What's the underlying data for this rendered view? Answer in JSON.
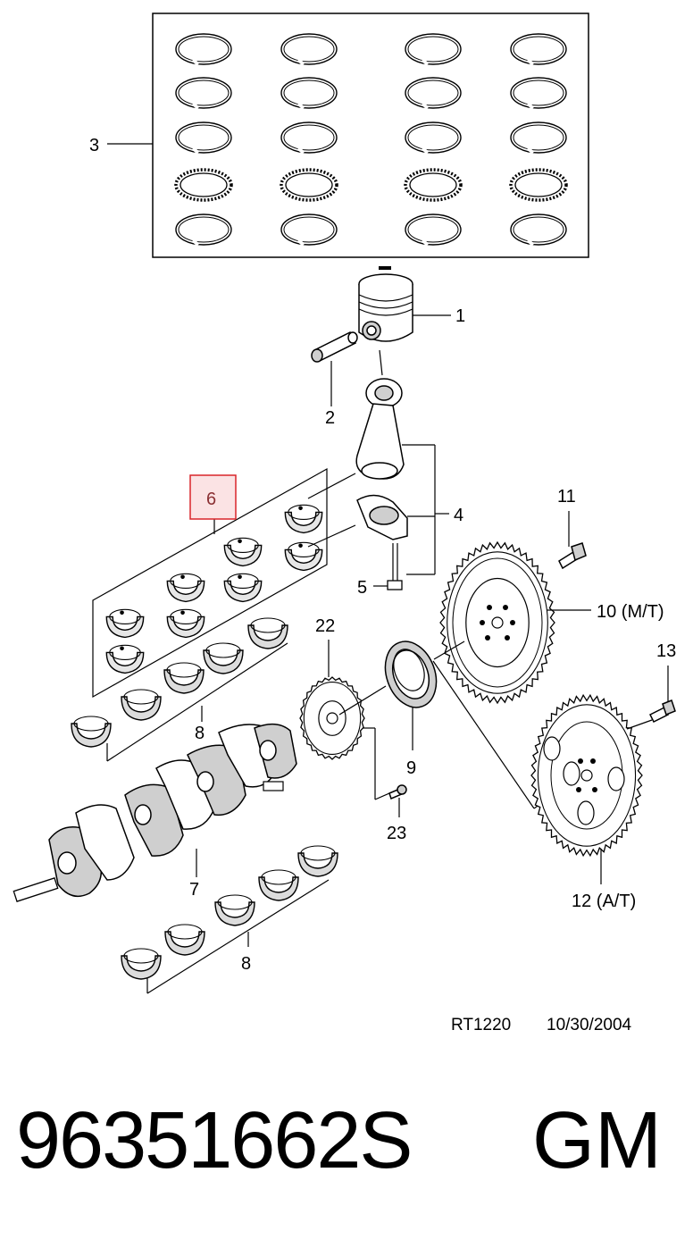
{
  "callouts": {
    "c1": "1",
    "c2": "2",
    "c3": "3",
    "c4": "4",
    "c5": "5",
    "c6": "6",
    "c7": "7",
    "c8a": "8",
    "c8b": "8",
    "c9": "9",
    "c10": "10 (M/T)",
    "c11": "11",
    "c12": "12 (A/T)",
    "c13": "13",
    "c22": "22",
    "c23": "23"
  },
  "highlight_color": "#d9252a",
  "highlight_fill": "#fbe3e4",
  "diagram_code": "RT1220",
  "diagram_date": "10/30/2004",
  "part_number": "96351662S",
  "brand": "GM"
}
